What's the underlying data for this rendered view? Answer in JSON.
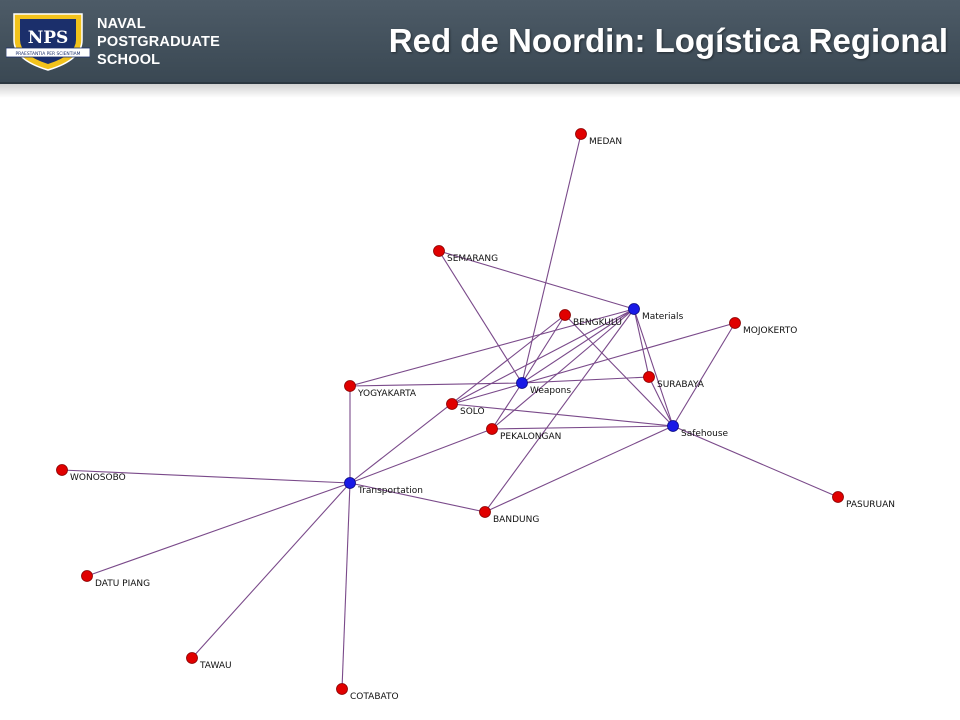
{
  "header": {
    "school_lines": [
      "NAVAL",
      "POSTGRADUATE",
      "SCHOOL"
    ],
    "logo_text": "NPS",
    "logo_banner": "PRAESTANTIA PER SCIENTIAM",
    "title": "Red de Noordin: Logística Regional"
  },
  "colors": {
    "header_bg": "#3f4d59",
    "edge": "#7a4a8a",
    "node_location": "#e00000",
    "node_resource": "#1a1ae6"
  },
  "network": {
    "nodes": [
      {
        "id": "medan",
        "label": "MEDAN",
        "kind": "location"
      },
      {
        "id": "semarang",
        "label": "SEMARANG",
        "kind": "location"
      },
      {
        "id": "bengkulu",
        "label": "BENGKULU",
        "kind": "location"
      },
      {
        "id": "materials",
        "label": "Materials",
        "kind": "resource"
      },
      {
        "id": "mojokerto",
        "label": "MOJOKERTO",
        "kind": "location"
      },
      {
        "id": "weapons",
        "label": "Weapons",
        "kind": "resource"
      },
      {
        "id": "surabaya",
        "label": "SURABAYA",
        "kind": "location"
      },
      {
        "id": "yogyakarta",
        "label": "YOGYAKARTA",
        "kind": "location"
      },
      {
        "id": "solo",
        "label": "SOLO",
        "kind": "location"
      },
      {
        "id": "pekalongan",
        "label": "PEKALONGAN",
        "kind": "location"
      },
      {
        "id": "safehouse",
        "label": "Safehouse",
        "kind": "resource"
      },
      {
        "id": "wonosobo",
        "label": "WONOSOBO",
        "kind": "location"
      },
      {
        "id": "transportation",
        "label": "Transportation",
        "kind": "resource"
      },
      {
        "id": "bandung",
        "label": "BANDUNG",
        "kind": "location"
      },
      {
        "id": "pasuruan",
        "label": "PASURUAN",
        "kind": "location"
      },
      {
        "id": "datu_piang",
        "label": "DATU PIANG",
        "kind": "location"
      },
      {
        "id": "tawau",
        "label": "TAWAU",
        "kind": "location"
      },
      {
        "id": "cotabato",
        "label": "COTABATO",
        "kind": "location"
      }
    ],
    "edges": [
      [
        "medan",
        "weapons"
      ],
      [
        "semarang",
        "weapons"
      ],
      [
        "semarang",
        "materials"
      ],
      [
        "bengkulu",
        "weapons"
      ],
      [
        "bengkulu",
        "safehouse"
      ],
      [
        "bengkulu",
        "transportation"
      ],
      [
        "materials",
        "weapons"
      ],
      [
        "materials",
        "yogyakarta"
      ],
      [
        "materials",
        "solo"
      ],
      [
        "materials",
        "pekalongan"
      ],
      [
        "materials",
        "bandung"
      ],
      [
        "materials",
        "safehouse"
      ],
      [
        "materials",
        "surabaya"
      ],
      [
        "mojokerto",
        "safehouse"
      ],
      [
        "mojokerto",
        "solo"
      ],
      [
        "weapons",
        "yogyakarta"
      ],
      [
        "weapons",
        "surabaya"
      ],
      [
        "weapons",
        "pekalongan"
      ],
      [
        "solo",
        "safehouse"
      ],
      [
        "pekalongan",
        "safehouse"
      ],
      [
        "surabaya",
        "safehouse"
      ],
      [
        "safehouse",
        "bandung"
      ],
      [
        "safehouse",
        "pasuruan"
      ],
      [
        "yogyakarta",
        "transportation"
      ],
      [
        "wonosobo",
        "transportation"
      ],
      [
        "transportation",
        "pekalongan"
      ],
      [
        "transportation",
        "bandung"
      ],
      [
        "transportation",
        "datu_piang"
      ],
      [
        "transportation",
        "tawau"
      ],
      [
        "transportation",
        "cotabato"
      ]
    ]
  }
}
